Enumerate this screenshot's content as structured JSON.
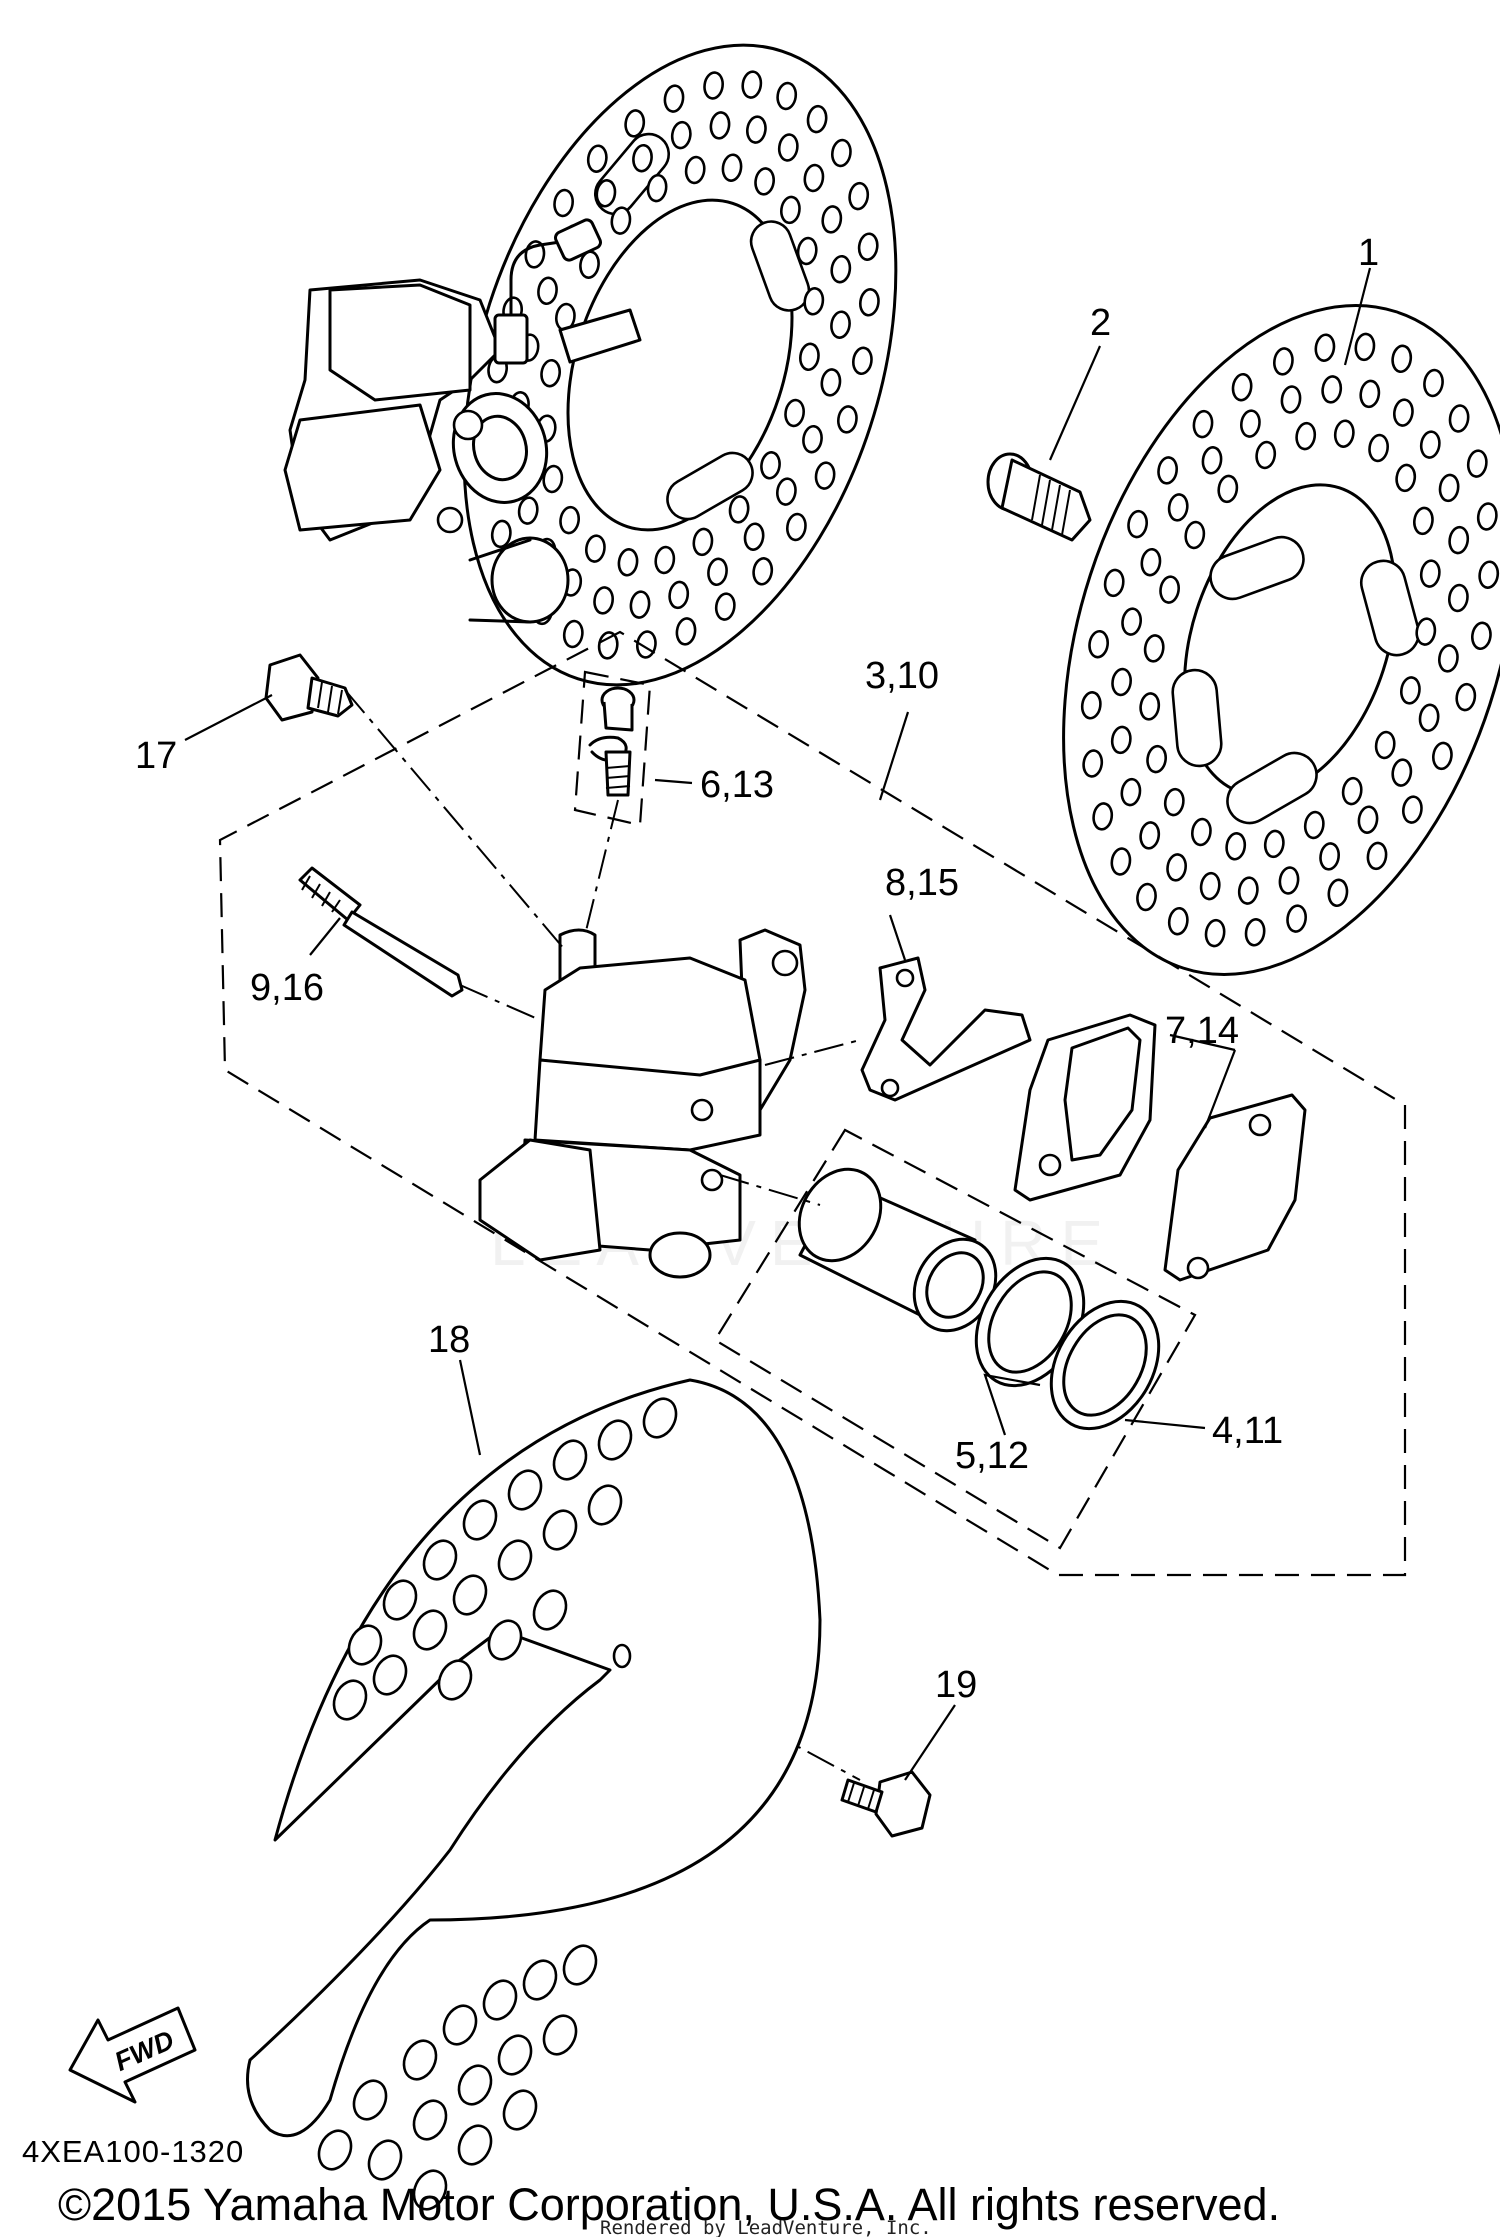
{
  "callouts": {
    "c1": "1",
    "c2": "2",
    "c3_10": "3,10",
    "c4_11": "4,11",
    "c5_12": "5,12",
    "c6_13": "6,13",
    "c7_14": "7,14",
    "c8_15": "8,15",
    "c9_16": "9,16",
    "c17": "17",
    "c18": "18",
    "c19": "19"
  },
  "fwd_label": "FWD",
  "diagram_code": "4XEA100-1320",
  "watermark": "LEADVENTURE",
  "copyright": "©2015 Yamaha Motor Corporation, U.S.A. All rights reserved.",
  "rendered_by": "Rendered by LeadVenture, Inc."
}
